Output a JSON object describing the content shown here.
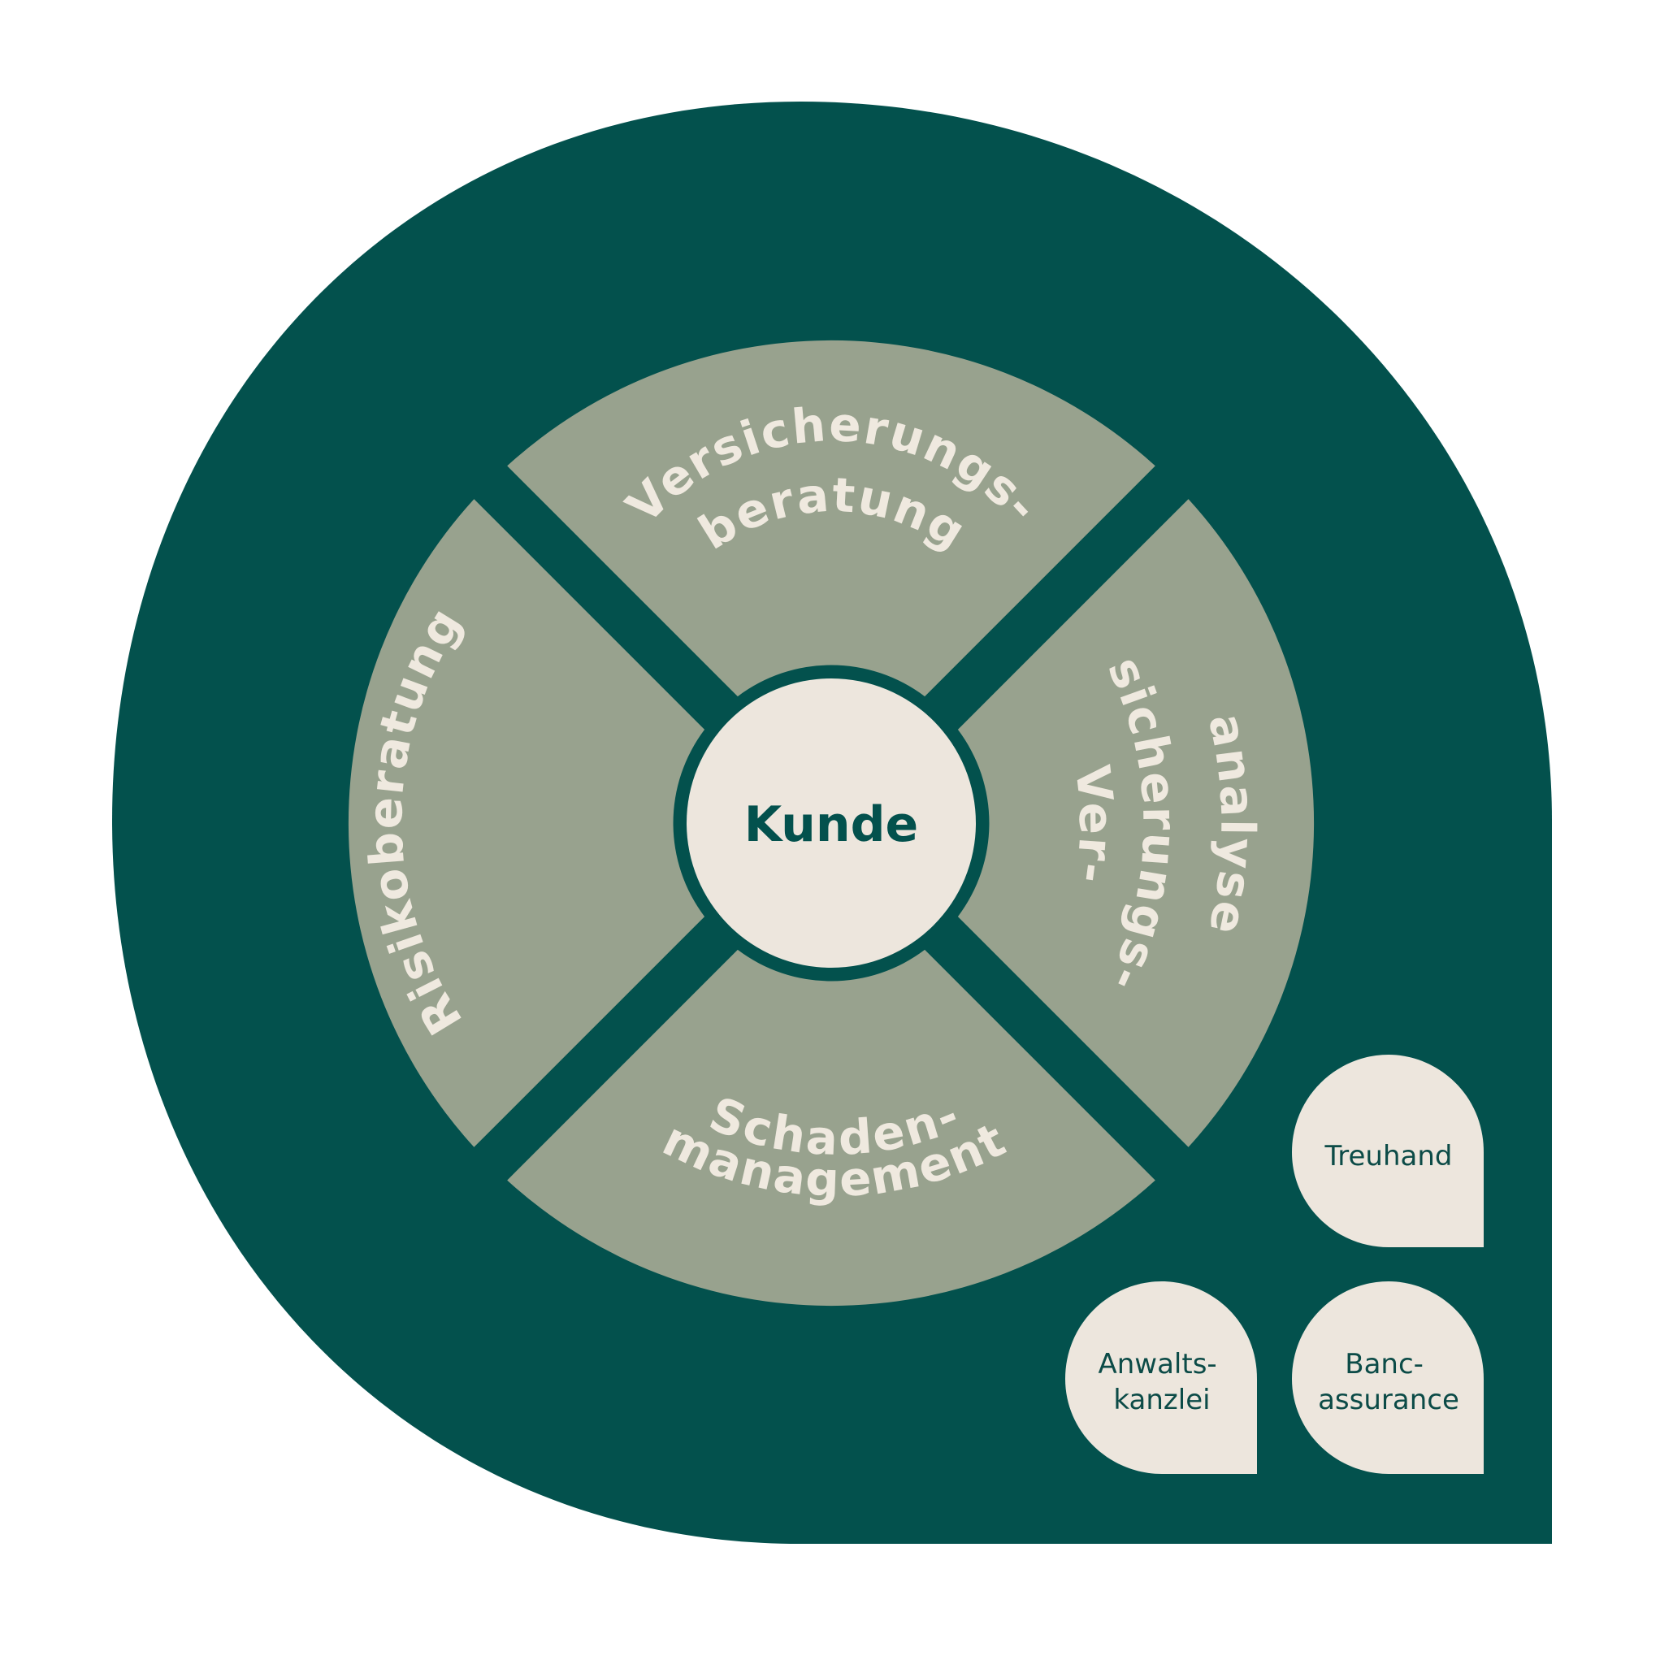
{
  "colors": {
    "background": "#ffffff",
    "outer_shape": "#03514d",
    "segments": "#98a28e",
    "segment_text": "#efe9df",
    "center_fill": "#ede6dd",
    "center_text": "#03514d",
    "partner_fill": "#ede6dd",
    "partner_text": "#0c4b47"
  },
  "center": {
    "label": "Kunde"
  },
  "segments": {
    "top": {
      "line1": "Versicherungs-",
      "line2": "beratung"
    },
    "left": {
      "line1": "Risikoberatung"
    },
    "right": {
      "line1": "Ver-",
      "line2": "sicherungs-",
      "line3": "analyse"
    },
    "bottom": {
      "line1": "Schaden-",
      "line2": "management"
    }
  },
  "partners": {
    "treuhand": {
      "line1": "Treuhand"
    },
    "anwaltskanzlei": {
      "line1": "Anwalts-",
      "line2": "kanzlei"
    },
    "bancassurance": {
      "line1": "Banc-",
      "line2": "assurance"
    }
  }
}
